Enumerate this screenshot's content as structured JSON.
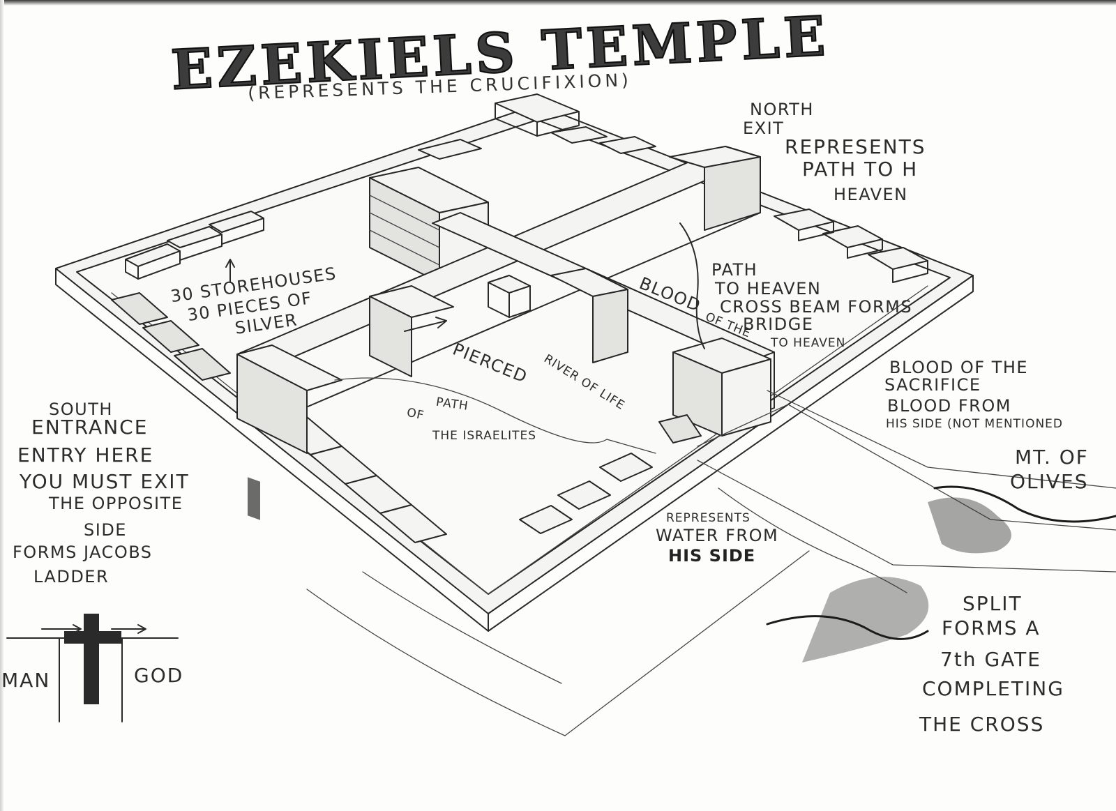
{
  "title": {
    "main": "EZEKIELS TEMPLE",
    "subtitle": "(REPRESENTS THE CRUCIFIXION)"
  },
  "north_note": {
    "line1": "NORTH",
    "line2": "EXIT",
    "line3": "REPRESENTS",
    "line4": "PATH TO H",
    "line5": "HEAVEN"
  },
  "storehouses_note": {
    "line1": "30 STOREHOUSES",
    "line2": "30 PIECES OF",
    "line3": "SILVER"
  },
  "path_heaven_note": {
    "line1": "PATH",
    "line2": "TO HEAVEN",
    "line3": "CROSS BEAM FORMS",
    "line4": "BRIDGE",
    "line5": "TO HEAVEN"
  },
  "blood_on_path": {
    "word1": "BLOOD",
    "word2": "OF THE"
  },
  "pierced": "PIERCED",
  "river_of_life": "RIVER OF LIFE",
  "israelites_path": {
    "line1": "PATH",
    "line2": "OF",
    "line3": "THE ISRAELITES"
  },
  "south_note": {
    "line1": "SOUTH",
    "line2": "ENTRANCE",
    "line3": "ENTRY HERE",
    "line4": "YOU MUST EXIT",
    "line5": "THE OPPOSITE",
    "line6": "SIDE",
    "line7": "FORMS JACOBS",
    "line8": "LADDER"
  },
  "blood_sacrifice_note": {
    "line1": "BLOOD OF THE",
    "line2": "SACRIFICE",
    "line3": "BLOOD FROM",
    "line4": "HIS SIDE (NOT MENTIONED"
  },
  "olives_note": {
    "line1": "MT. OF",
    "line2": "OLIVES"
  },
  "water_note": {
    "line1": "REPRESENTS",
    "line2": "WATER FROM",
    "line3": "HIS SIDE"
  },
  "split_note": {
    "line1": "SPLIT",
    "line2": "FORMS A",
    "line3": "7th GATE",
    "line4": "COMPLETING",
    "line5": "THE CROSS"
  },
  "legend": {
    "man": "MAN",
    "god": "GOD"
  }
}
